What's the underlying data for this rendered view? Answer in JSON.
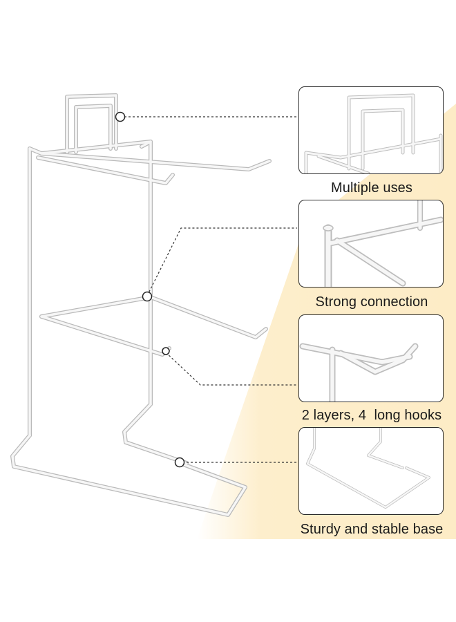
{
  "features": [
    {
      "id": "multiple-uses",
      "label": "Multiple uses"
    },
    {
      "id": "strong-connection",
      "label": "Strong connection"
    },
    {
      "id": "long-hooks",
      "label": "2 layers, 4  long hooks"
    },
    {
      "id": "stable-base",
      "label": "Sturdy and stable base"
    }
  ],
  "colors": {
    "background": "#ffffff",
    "accent_band": "#fdecc6",
    "wire": "#f4f4f4",
    "wire_outline": "#b9b9b9",
    "leader_line": "#333333",
    "panel_border": "#2a2a2a"
  }
}
